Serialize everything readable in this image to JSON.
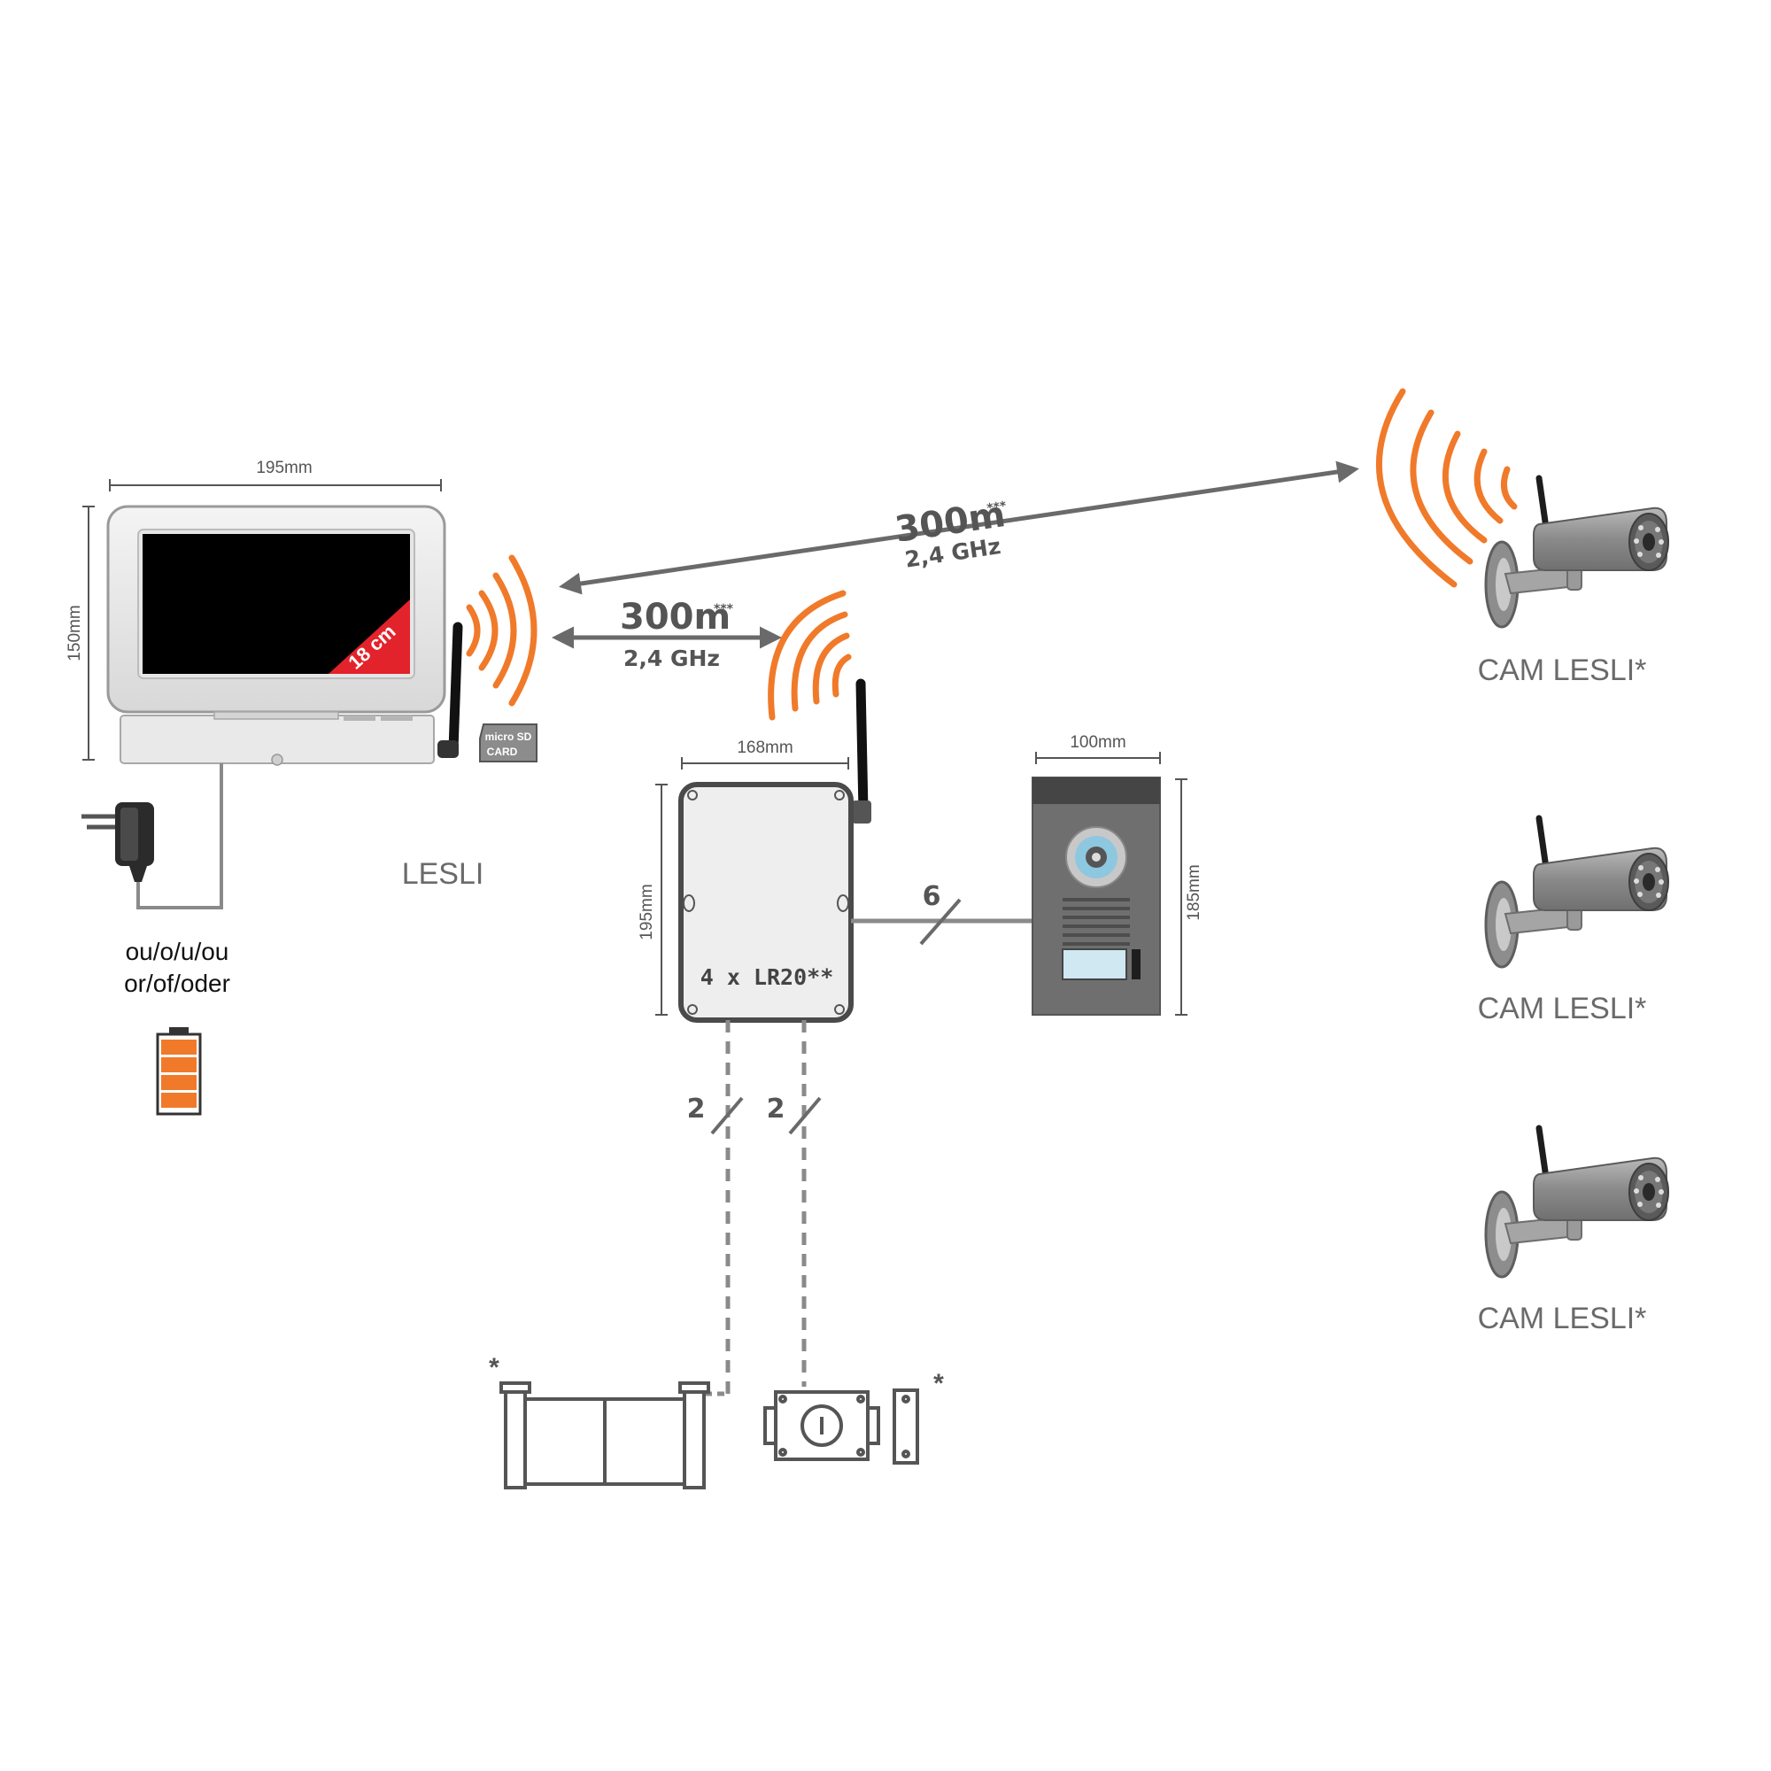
{
  "monitor": {
    "name": "LESLI",
    "width_label": "195mm",
    "height_label": "150mm",
    "screen_badge": "18 cm",
    "sd_card_line1": "micro SD",
    "sd_card_line2": "CARD"
  },
  "power": {
    "alternative_line1": "ou/o/u/ou",
    "alternative_line2": "or/of/oder"
  },
  "links": [
    {
      "distance": "300m",
      "distance_mark": "***",
      "frequency": "2,4 GHz"
    },
    {
      "distance": "300m",
      "distance_mark": "***",
      "frequency": "2,4 GHz"
    }
  ],
  "receiver_box": {
    "width_label": "168mm",
    "height_label": "195mm",
    "battery_text": "4 x LR20**"
  },
  "door_panel": {
    "width_label": "100mm",
    "height_label": "185mm"
  },
  "wires": {
    "panel_wires": "6",
    "gate_wires": "2",
    "lock_wires": "2"
  },
  "accessories": {
    "gate_mark": "*",
    "lock_mark": "*"
  },
  "cameras": [
    {
      "label": "CAM LESLI*"
    },
    {
      "label": "CAM LESLI*"
    },
    {
      "label": "CAM LESLI*"
    }
  ],
  "colors": {
    "wave_orange": "#f07a2a",
    "device_gray": "#6f6f6f",
    "line_gray": "#8a8a8a",
    "badge_red": "#e3232b",
    "battery_orange": "#f07a2a"
  }
}
